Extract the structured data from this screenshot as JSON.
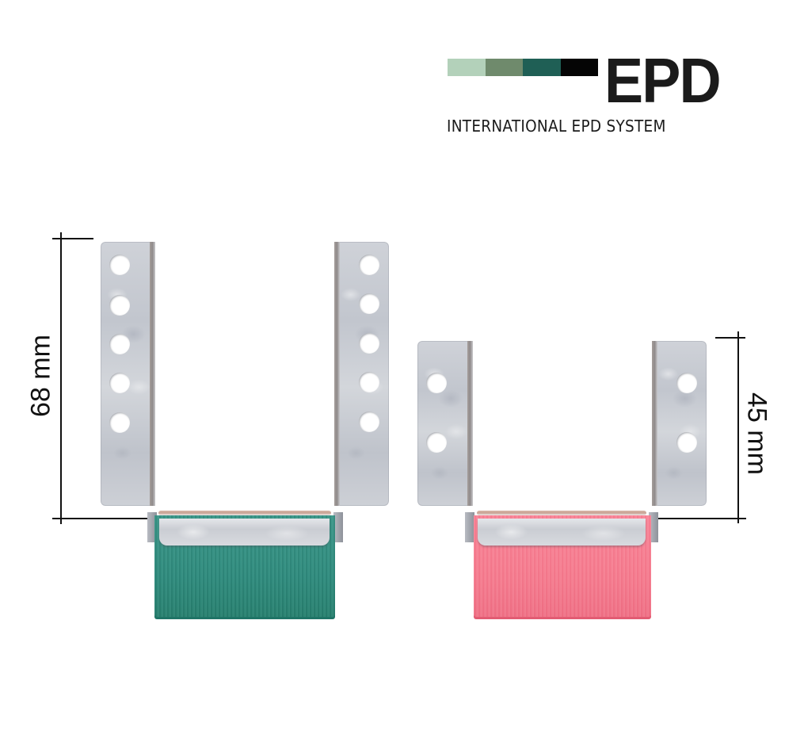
{
  "logo": {
    "wordmark": "EPD",
    "subtitle": "INTERNATIONAL EPD SYSTEM",
    "bar_colors": [
      "#b3d1ba",
      "#6f8a6c",
      "#1f5f55",
      "#050505"
    ]
  },
  "products": [
    {
      "name": "tall-brush-bracket",
      "dimension_label": "68 mm",
      "brush_color": "#2e8b7d",
      "holes_per_plate": 5
    },
    {
      "name": "short-brush-bracket",
      "dimension_label": "45 mm",
      "brush_color": "#f57b8e",
      "holes_per_plate": 2
    }
  ]
}
